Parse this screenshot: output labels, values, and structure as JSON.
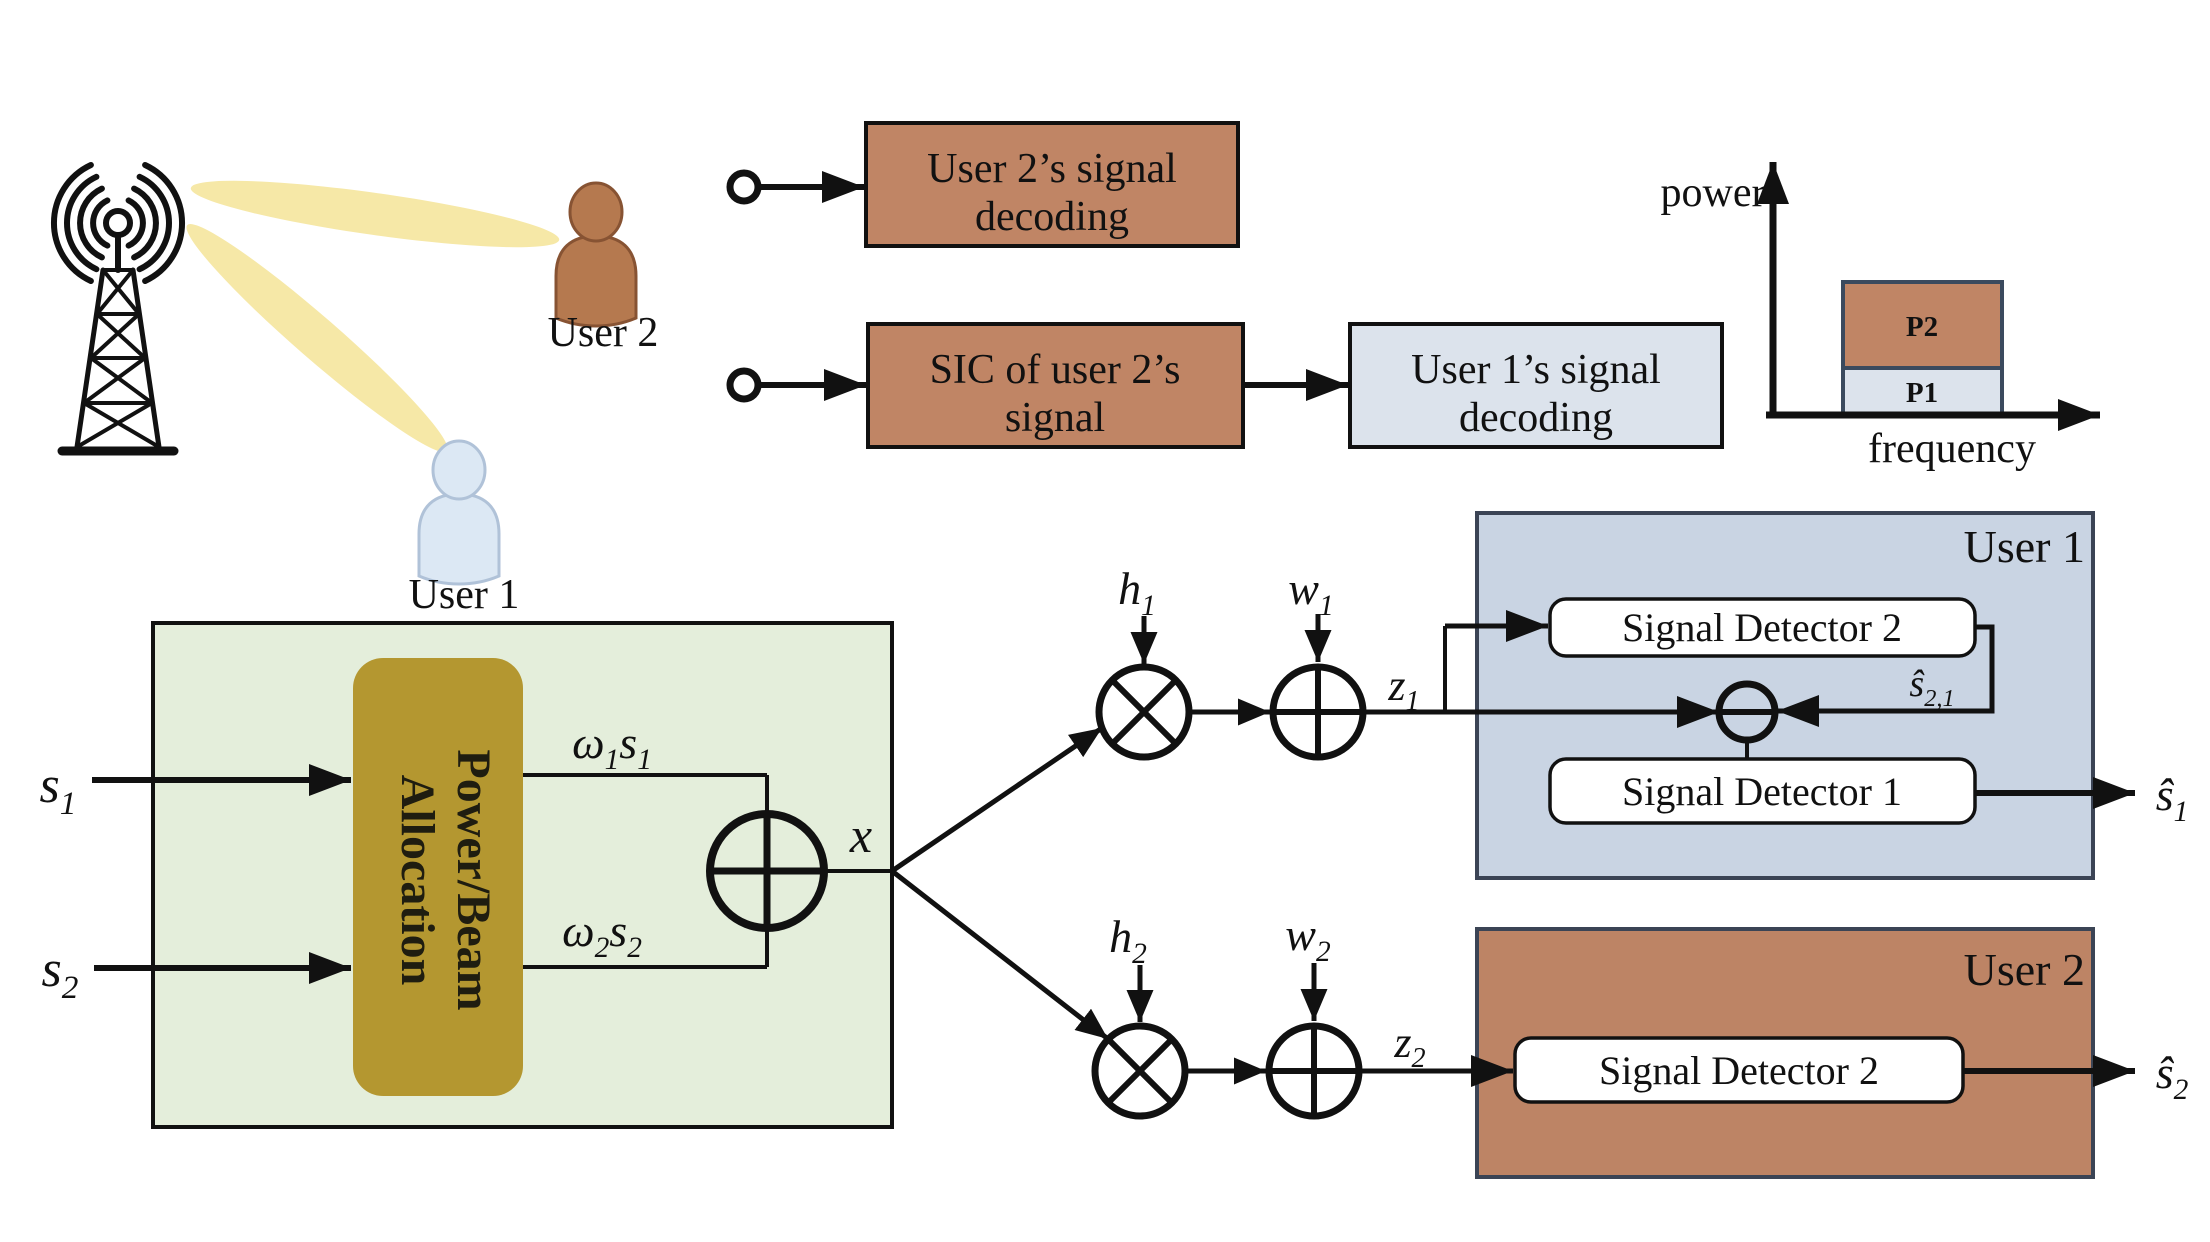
{
  "colors": {
    "brown_box": "#c08565",
    "light_blue_box": "#dce3ec",
    "user1_panel": "#c9d4e3",
    "user2_panel": "#bd8465",
    "green_panel": "#e4eedb",
    "olive_box": "#b49730",
    "beam_yellow": "#f6e8a7",
    "navy_border": "#3b4a5e",
    "person_user1": "#dce8f4",
    "person_user2": "#b5794f"
  },
  "scene": {
    "user1_label": "User 1",
    "user2_label": "User 2"
  },
  "sic_flow": {
    "user2_decoding": {
      "line1": "User 2’s signal",
      "line2": "decoding"
    },
    "sic_box": {
      "line1": "SIC of user 2’s",
      "line2": "signal"
    },
    "user1_decoding": {
      "line1": "User 1’s signal",
      "line2": "decoding"
    }
  },
  "power_chart": {
    "y_axis": "power",
    "x_axis": "frequency",
    "top_block": "P2",
    "bottom_block": "P1"
  },
  "transmitter": {
    "input1": {
      "base": "s",
      "sub": "1"
    },
    "input2": {
      "base": "s",
      "sub": "2"
    },
    "allocation_line1": "Power/Beam",
    "allocation_line2": "Allocation",
    "weighted1": {
      "omega": "ω",
      "omega_sub": "1",
      "s": "s",
      "s_sub": "1"
    },
    "weighted2": {
      "omega": "ω",
      "omega_sub": "2",
      "s": "s",
      "s_sub": "2"
    },
    "sum_output": "x"
  },
  "channels": {
    "h1": {
      "base": "h",
      "sub": "1"
    },
    "w1": {
      "base": "w",
      "sub": "1"
    },
    "z1": {
      "base": "z",
      "sub": "1"
    },
    "h2": {
      "base": "h",
      "sub": "2"
    },
    "w2": {
      "base": "w",
      "sub": "2"
    },
    "z2": {
      "base": "z",
      "sub": "2"
    }
  },
  "receiver1": {
    "title": "User 1",
    "detector2": "Signal Detector 2",
    "detector1": "Signal Detector 1",
    "sic_estimate": {
      "base": "ŝ",
      "sub": "2,1"
    },
    "output": {
      "base": "ŝ",
      "sub": "1"
    }
  },
  "receiver2": {
    "title": "User 2",
    "detector2": "Signal Detector 2",
    "output": {
      "base": "ŝ",
      "sub": "2"
    }
  }
}
